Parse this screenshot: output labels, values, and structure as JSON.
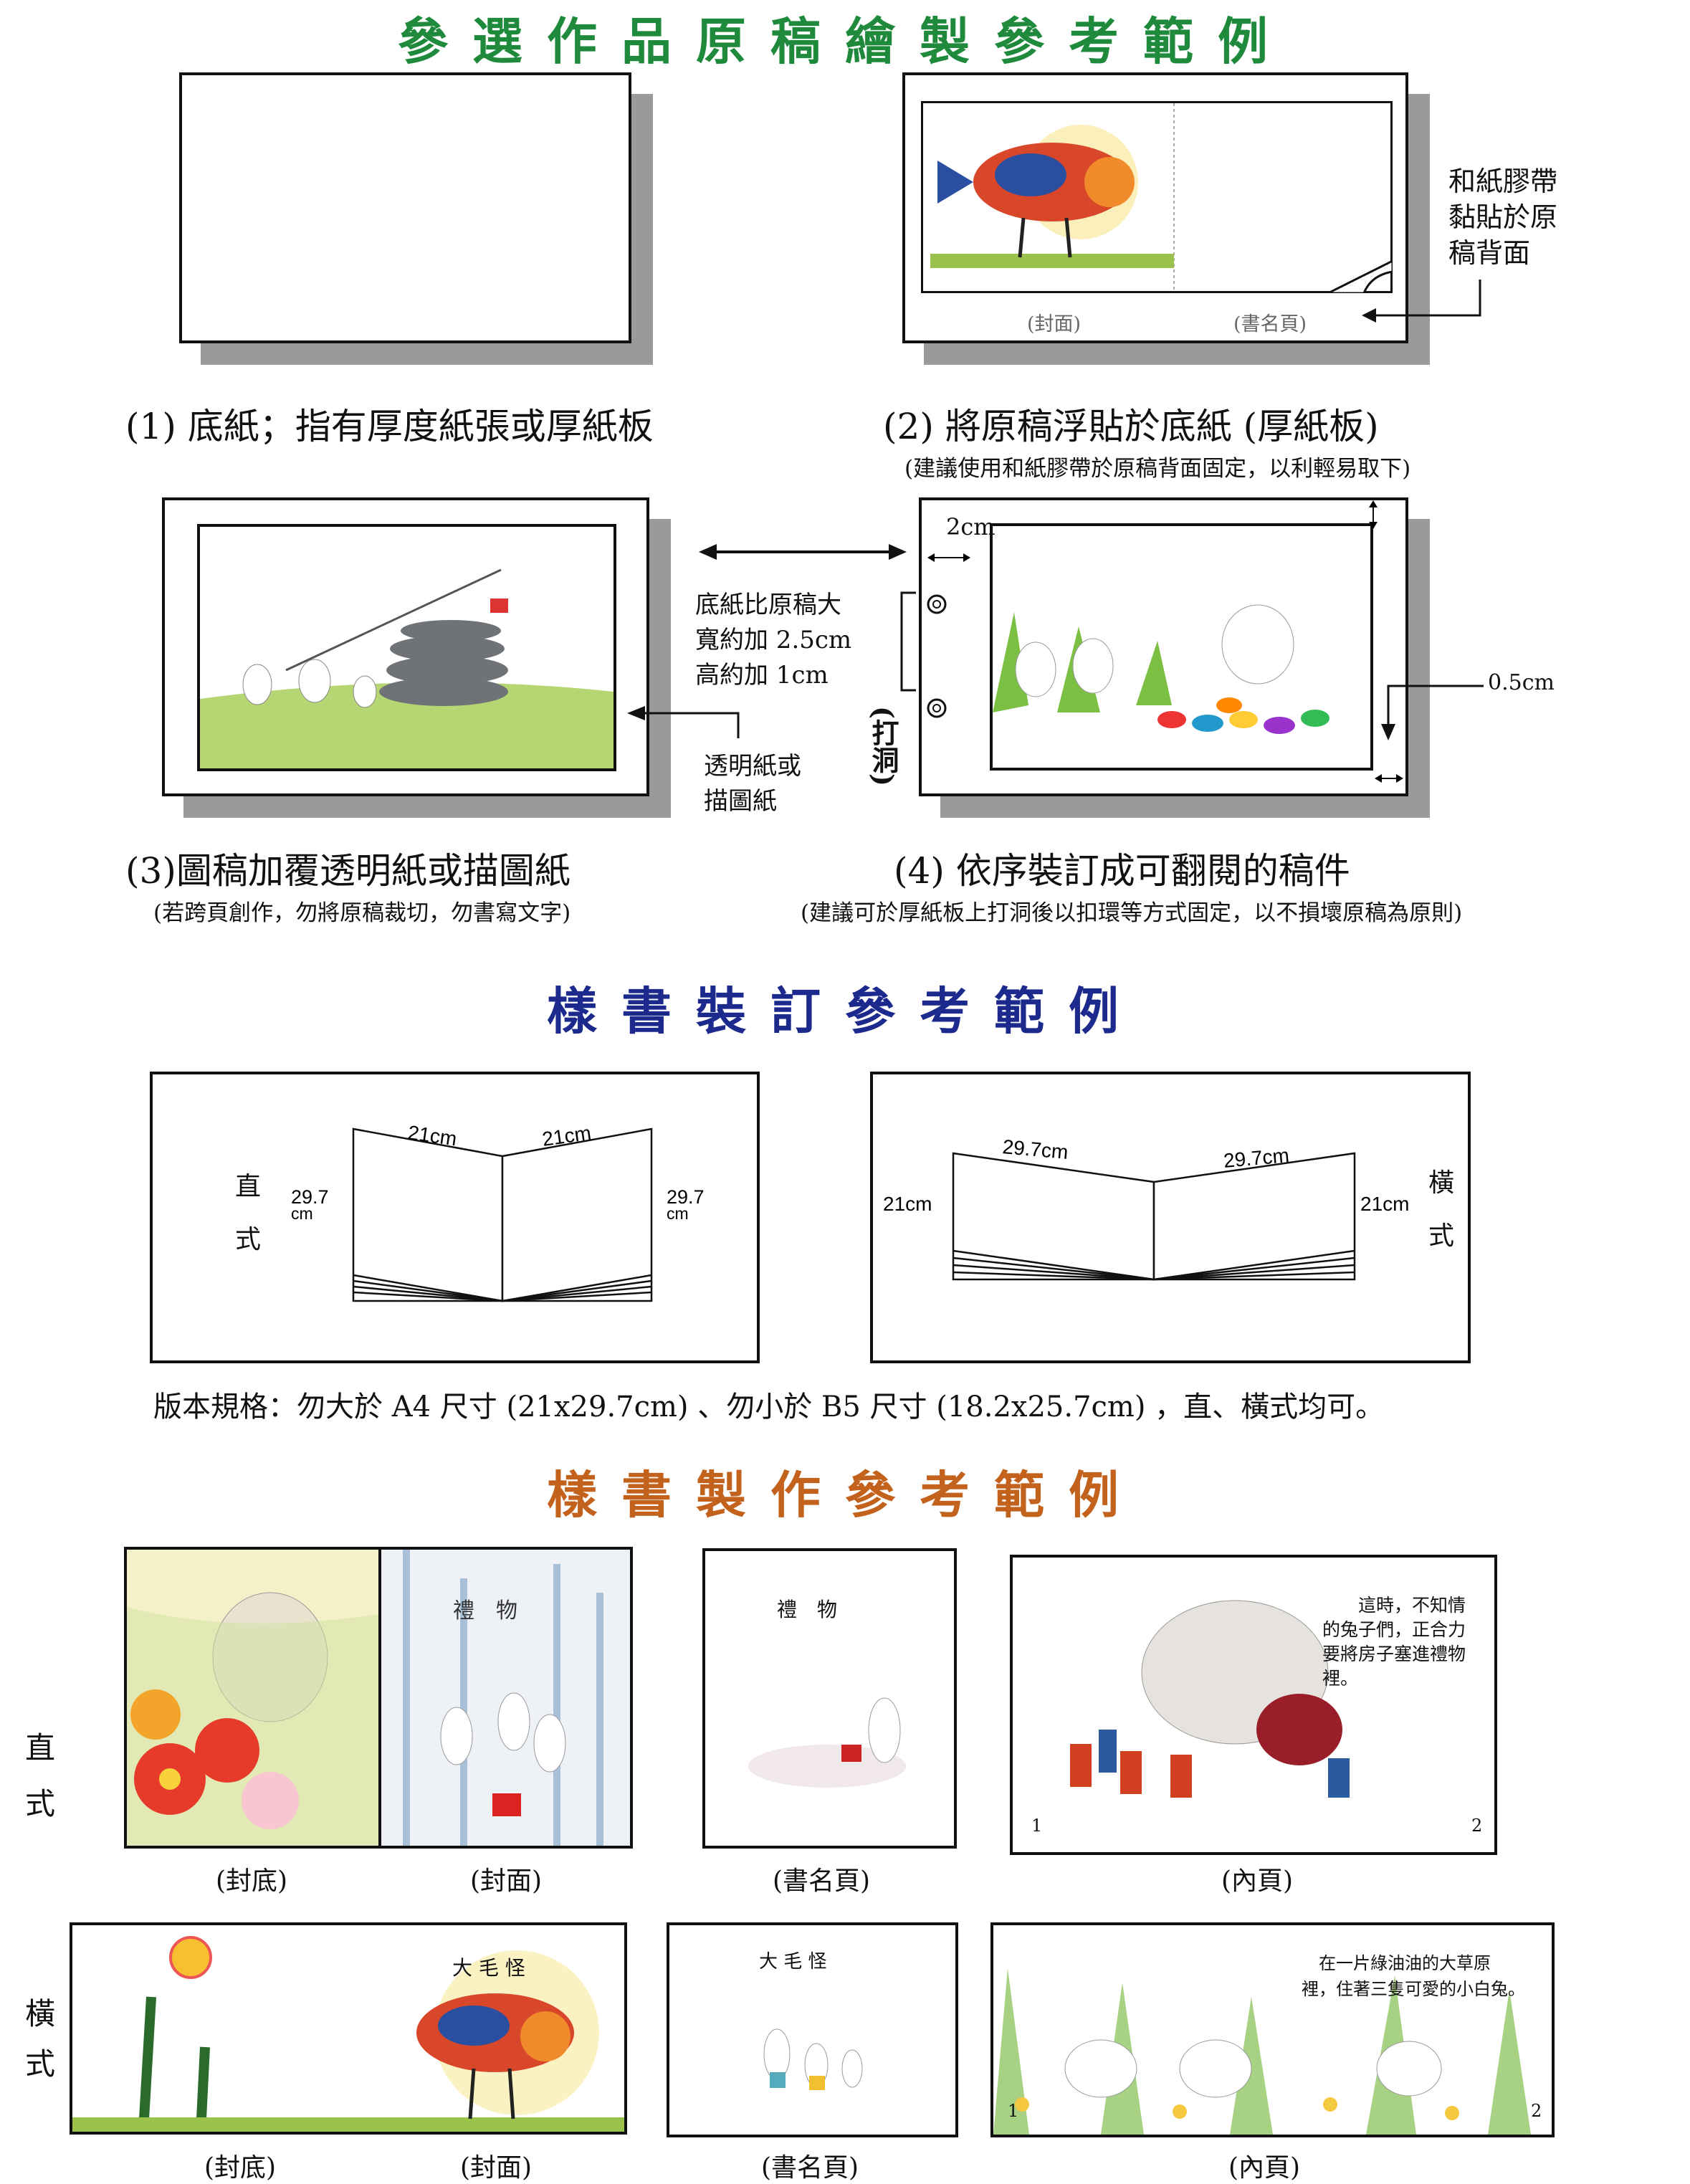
{
  "section1": {
    "title": "參選作品原稿繪製參考範例",
    "color": "#1f8a3c",
    "step1": {
      "caption": "(1) 底紙；指有厚度紙張或厚紙板"
    },
    "step2": {
      "caption": "(2) 將原稿浮貼於底紙 (厚紙板)",
      "note": "(建議使用和紙膠帶於原稿背面固定，以利輕易取下)",
      "tape_label": [
        "和紙膠帶",
        "黏貼於原",
        "稿背面"
      ],
      "cover_label": "(封面)",
      "title_page_label": "(書名頁)"
    },
    "step3": {
      "caption": "(3)圖稿加覆透明紙或描圖紙",
      "note": "(若跨頁創作，勿將原稿裁切，勿書寫文字)",
      "size_note": [
        "底紙比原稿大",
        "寬約加 2.5cm",
        "高約加 1cm"
      ],
      "overlay_label": [
        "透明紙或",
        "描圖紙"
      ]
    },
    "step4": {
      "caption": "(4) 依序裝訂成可翻閱的稿件",
      "note": "(建議可於厚紙板上打洞後以扣環等方式固定，以不損壞原稿為原則)",
      "margin_top": "2cm",
      "margin_side": "0.5cm",
      "punch_label": "(打洞)"
    }
  },
  "section2": {
    "title": "樣書裝訂參考範例",
    "color": "#1b2a8c",
    "portrait": {
      "label": [
        "直",
        "式"
      ],
      "width_left": "21cm",
      "width_right": "21cm",
      "height_left": [
        "29.7",
        "cm"
      ],
      "height_right": [
        "29.7",
        "cm"
      ]
    },
    "landscape": {
      "label": [
        "橫",
        "式"
      ],
      "width_left": "29.7cm",
      "width_right": "29.7cm",
      "height_left": "21cm",
      "height_right": "21cm"
    },
    "spec": "版本規格：勿大於 A4 尺寸 (21x29.7cm) 、勿小於 B5 尺寸 (18.2x25.7cm) ，直、橫式均可。"
  },
  "section3": {
    "title": "樣書製作參考範例",
    "color": "#c2621c",
    "portrait": {
      "label": [
        "直",
        "式"
      ],
      "back_cover": "(封底)",
      "cover": "(封面)",
      "cover_title": "禮　物",
      "title_page": "(書名頁)",
      "title_page_text": "禮　物",
      "inner": "(內頁)",
      "inner_text": "　　這時，不知情\n的兔子們，正合力\n要將房子塞進禮物\n裡。",
      "page_left": "1",
      "page_right": "2"
    },
    "landscape": {
      "label": [
        "橫",
        "式"
      ],
      "back_cover": "(封底)",
      "cover": "(封面)",
      "cover_title": "大 毛 怪",
      "title_page": "(書名頁)",
      "title_page_text": "大 毛 怪",
      "inner": "(內頁)",
      "inner_text": "　在一片綠油油的大草原\n裡，住著三隻可愛的小白兔。",
      "page_left": "1",
      "page_right": "2"
    }
  }
}
